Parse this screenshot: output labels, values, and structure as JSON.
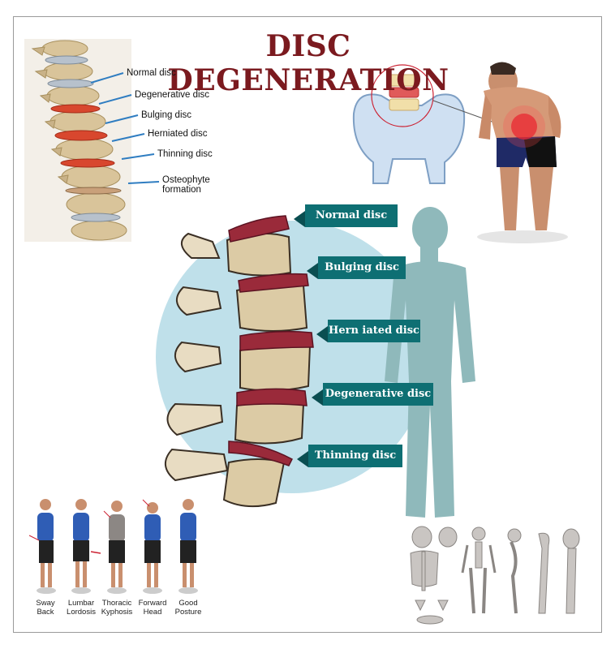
{
  "title": "DISC DEGENERATION",
  "top_left_labels": [
    "Normal disc",
    "Degenerative disc",
    "Bulging disc",
    "Herniated disc",
    "Thinning disc",
    "Osteophyte formation"
  ],
  "ribbon_labels": [
    "Normal disc",
    "Bulging disc",
    "Hern iated disc",
    "Degenerative disc",
    "Thinning disc"
  ],
  "postures": [
    {
      "line1": "Sway",
      "line2": "Back"
    },
    {
      "line1": "Lumbar",
      "line2": "Lordosis"
    },
    {
      "line1": "Thoracic",
      "line2": "Kyphosis"
    },
    {
      "line1": "Forward",
      "line2": "Head"
    },
    {
      "line1": "Good",
      "line2": "Posture"
    }
  ],
  "colors": {
    "title": "#7b1a1f",
    "ribbon": "#0e6f73",
    "disc": "#9a2a3a",
    "silhouette": "#8fb9bb",
    "circle": "#bfe0ea"
  }
}
